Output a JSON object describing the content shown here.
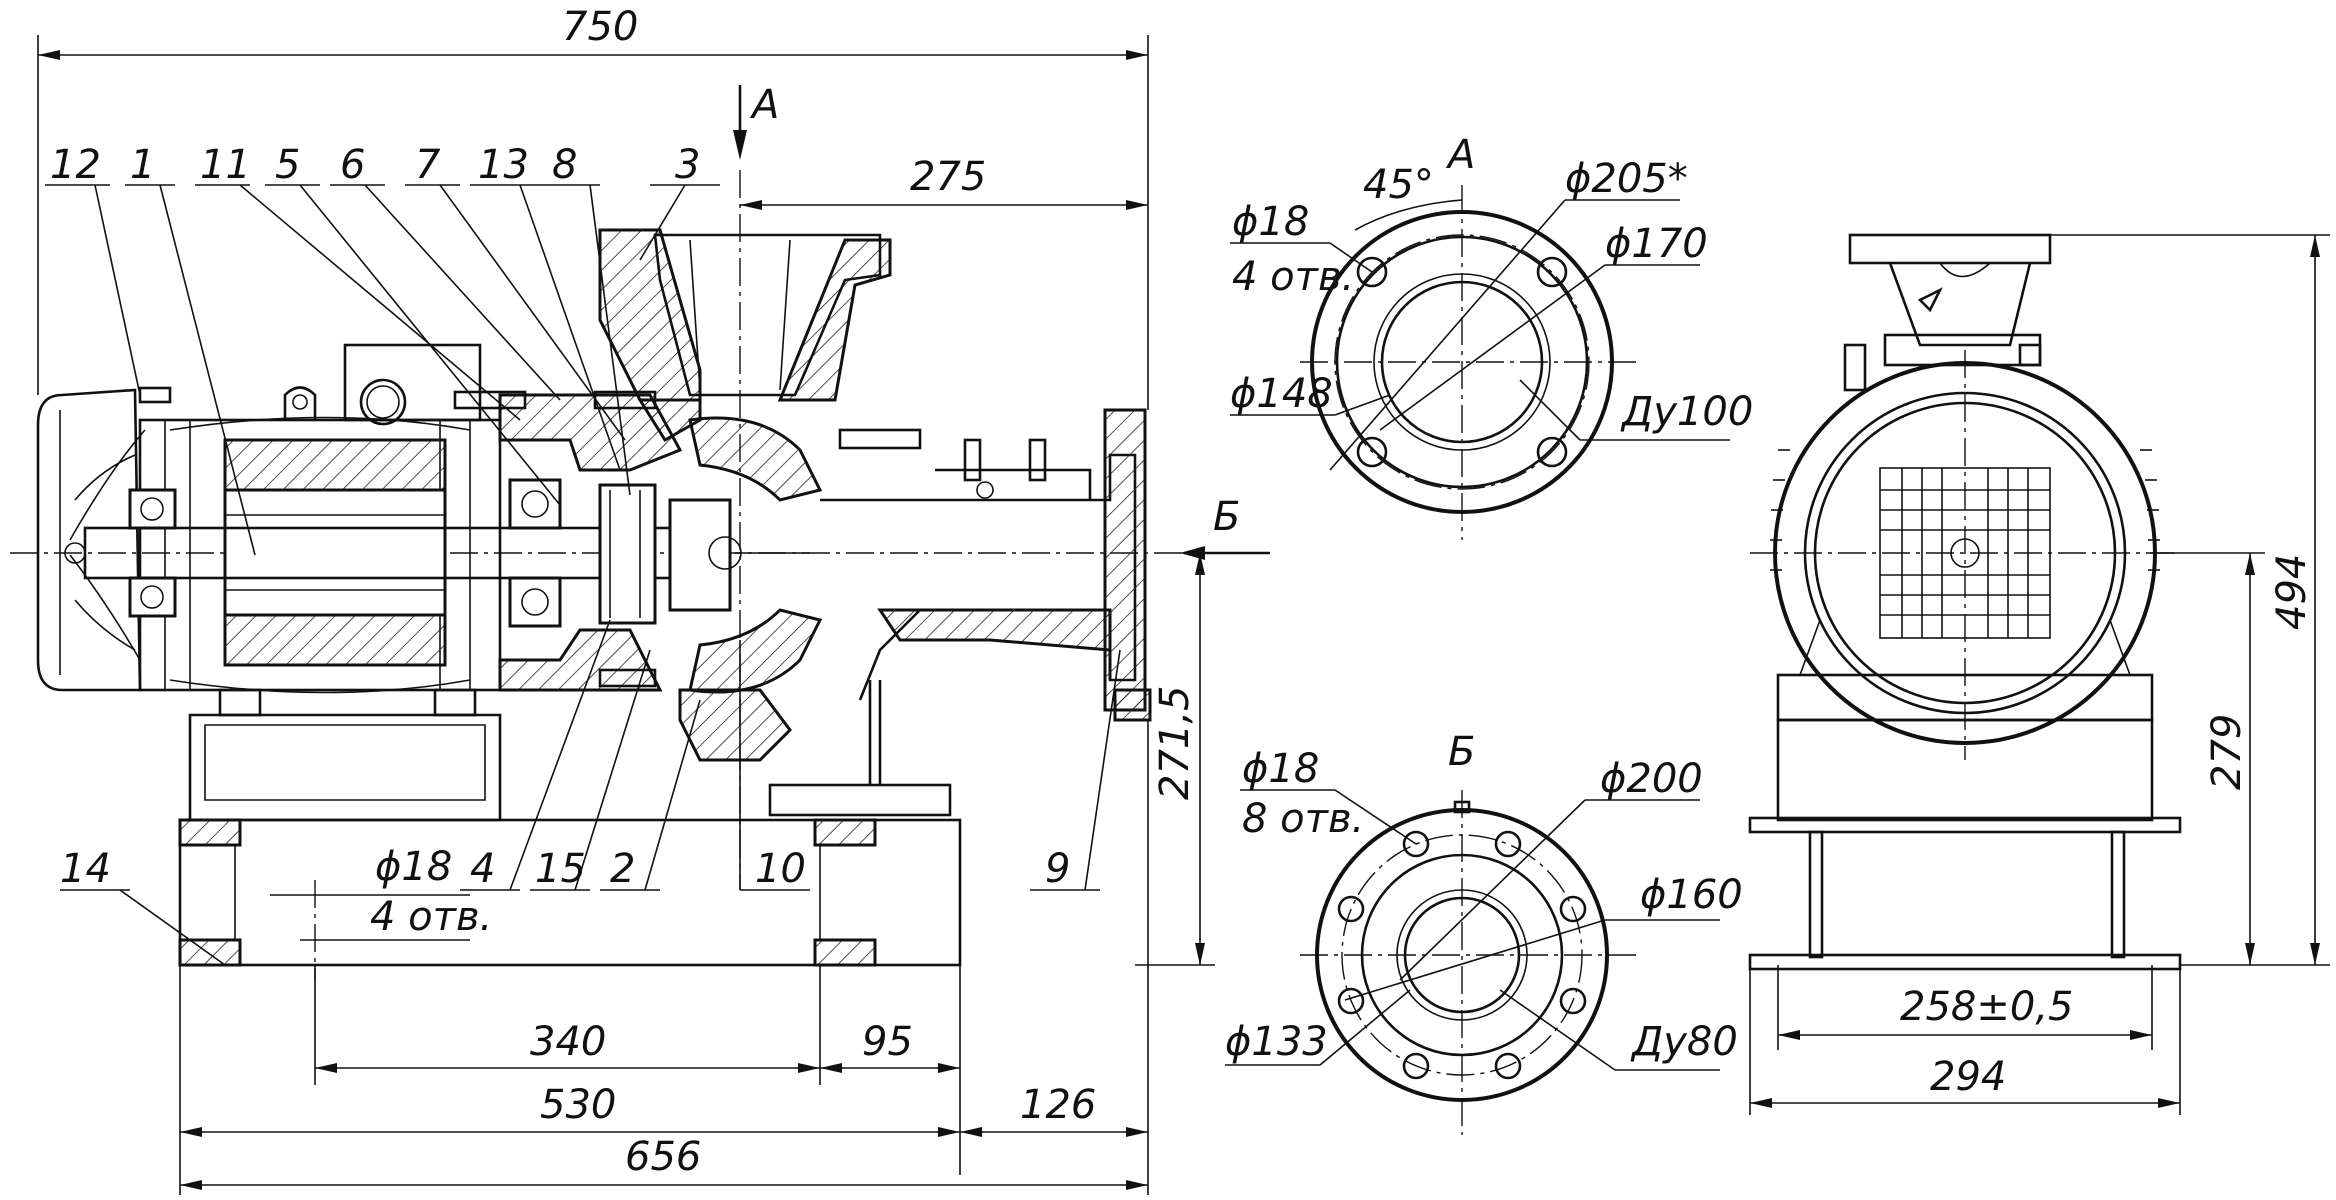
{
  "drawing": {
    "section_a_label": "А",
    "section_b_label": "Б",
    "dimensions": {
      "overall_length": "750",
      "inlet_offset": "275",
      "axis_height": "271,5",
      "bolt_spacing": "340",
      "frame_end": "95",
      "frame_length": "530",
      "overhang": "126",
      "base_length": "656",
      "base_hole_dia": "ϕ18",
      "base_hole_count": "4 отв.",
      "overall_height": "494",
      "side_axis_height": "279",
      "side_bolt_spacing": "258±0,5",
      "side_base_width": "294"
    },
    "flange_a": {
      "angle": "45°",
      "hole_dia": "ϕ18",
      "hole_count": "4 отв.",
      "outer_dia": "ϕ205*",
      "bolt_circle": "ϕ170",
      "raised_face": "ϕ148",
      "nominal": "Ду100"
    },
    "flange_b": {
      "hole_dia": "ϕ18",
      "hole_count": "8 отв.",
      "outer_dia": "ϕ200",
      "bolt_circle": "ϕ160",
      "raised_face": "ϕ133",
      "nominal": "Ду80"
    },
    "callouts": [
      "12",
      "1",
      "11",
      "5",
      "6",
      "7",
      "13",
      "8",
      "3",
      "14",
      "4",
      "15",
      "2",
      "10",
      "9"
    ]
  }
}
